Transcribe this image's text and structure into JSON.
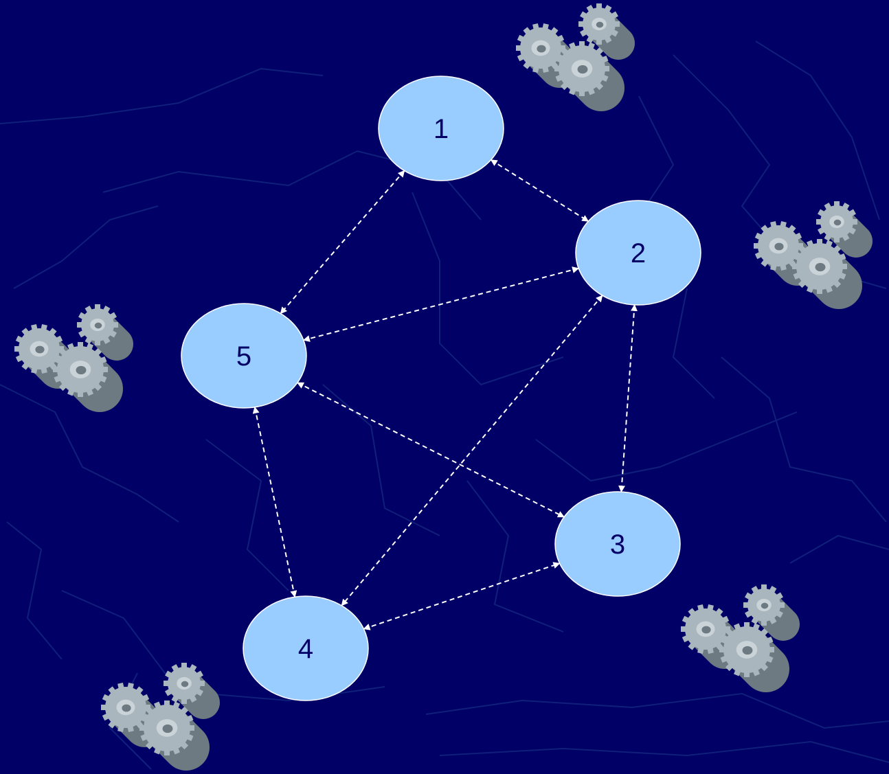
{
  "colors": {
    "background": "#000066",
    "background_lines": "#10207a",
    "node_fill": "#99ccff",
    "node_stroke": "#ffffff",
    "node_label": "#000066",
    "edge_stroke": "#ffffff",
    "gear_body": "#a9b6bd",
    "gear_shadow": "#6d7a82"
  },
  "diagram": {
    "nodes": [
      {
        "id": "1",
        "label": "1"
      },
      {
        "id": "2",
        "label": "2"
      },
      {
        "id": "3",
        "label": "3"
      },
      {
        "id": "4",
        "label": "4"
      },
      {
        "id": "5",
        "label": "5"
      }
    ],
    "edges": [
      {
        "from": "1",
        "to": "2",
        "style": "dashed",
        "arrows": "both"
      },
      {
        "from": "1",
        "to": "5",
        "style": "dashed",
        "arrows": "both"
      },
      {
        "from": "2",
        "to": "5",
        "style": "dashed",
        "arrows": "both"
      },
      {
        "from": "2",
        "to": "3",
        "style": "dashed",
        "arrows": "both"
      },
      {
        "from": "2",
        "to": "4",
        "style": "dashed",
        "arrows": "both"
      },
      {
        "from": "5",
        "to": "3",
        "style": "dashed",
        "arrows": "both"
      },
      {
        "from": "5",
        "to": "4",
        "style": "dashed",
        "arrows": "both"
      },
      {
        "from": "4",
        "to": "3",
        "style": "dashed",
        "arrows": "both"
      }
    ],
    "decorations": [
      {
        "icon": "gears-icon",
        "near": "1"
      },
      {
        "icon": "gears-icon",
        "near": "2"
      },
      {
        "icon": "gears-icon",
        "near": "3"
      },
      {
        "icon": "gears-icon",
        "near": "4"
      },
      {
        "icon": "gears-icon",
        "near": "5"
      }
    ]
  }
}
